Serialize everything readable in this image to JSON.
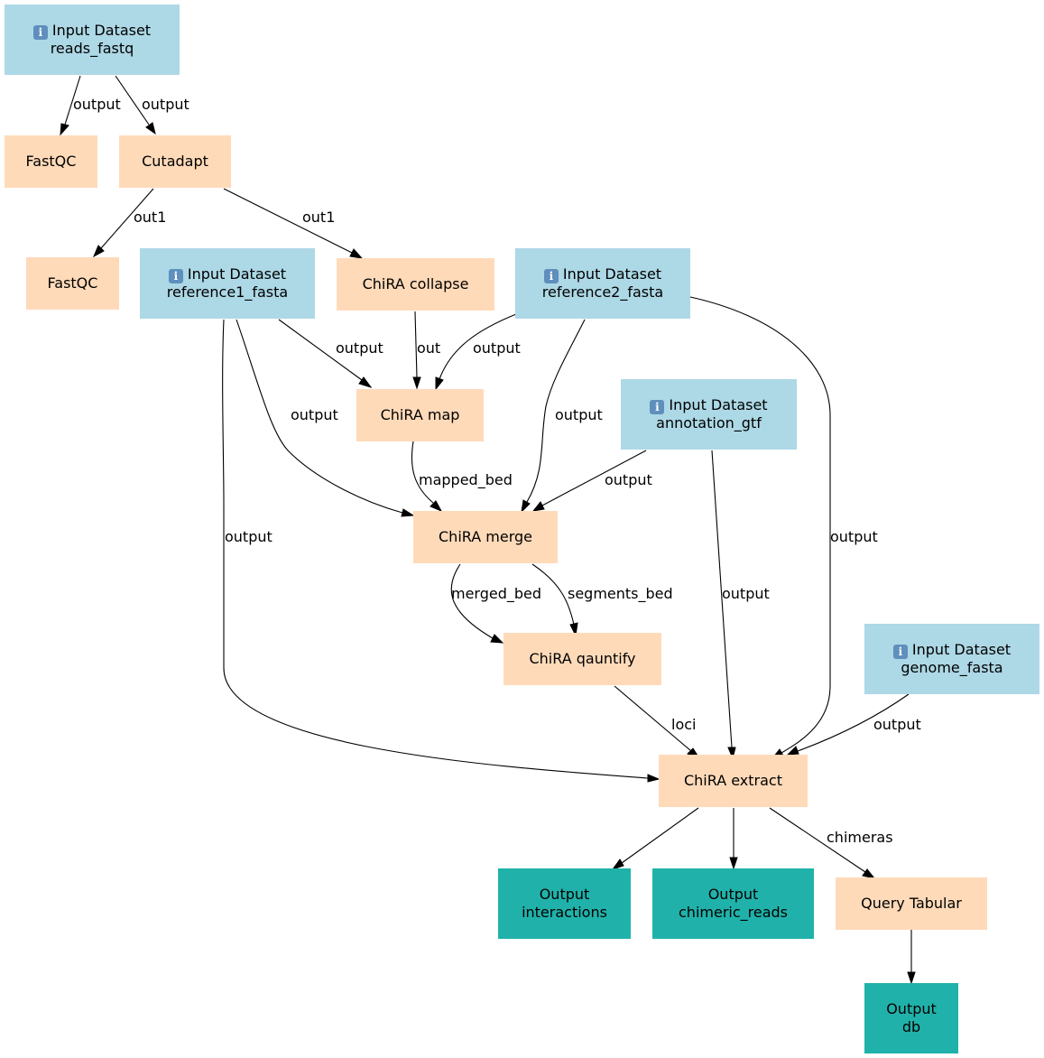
{
  "colors": {
    "input": "#add8e6",
    "tool": "#ffdab9",
    "output": "#20b2aa",
    "info_icon": "#5f8fbd"
  },
  "nodes": {
    "reads_fastq": {
      "line1": "Input Dataset",
      "line2": "reads_fastq",
      "icon": "info-icon"
    },
    "fastqc1": {
      "label": "FastQC"
    },
    "cutadapt": {
      "label": "Cutadapt"
    },
    "fastqc2": {
      "label": "FastQC"
    },
    "reference1_fasta": {
      "line1": "Input Dataset",
      "line2": "reference1_fasta",
      "icon": "info-icon"
    },
    "chira_collapse": {
      "label": "ChiRA collapse"
    },
    "reference2_fasta": {
      "line1": "Input Dataset",
      "line2": "reference2_fasta",
      "icon": "info-icon"
    },
    "chira_map": {
      "label": "ChiRA map"
    },
    "annotation_gtf": {
      "line1": "Input Dataset",
      "line2": "annotation_gtf",
      "icon": "info-icon"
    },
    "chira_merge": {
      "label": "ChiRA merge"
    },
    "chira_quantify": {
      "label": "ChiRA qauntify"
    },
    "genome_fasta": {
      "line1": "Input Dataset",
      "line2": "genome_fasta",
      "icon": "info-icon"
    },
    "chira_extract": {
      "label": "ChiRA extract"
    },
    "out_interactions": {
      "line1": "Output",
      "line2": "interactions"
    },
    "out_chimeric": {
      "line1": "Output",
      "line2": "chimeric_reads"
    },
    "query_tabular": {
      "label": "Query Tabular"
    },
    "out_db": {
      "line1": "Output",
      "line2": "db"
    }
  },
  "edge_labels": {
    "reads_to_fastqc": "output",
    "reads_to_cutadapt": "output",
    "cutadapt_to_fastqc": "out1",
    "cutadapt_to_collapse": "out1",
    "ref1_to_map": "output",
    "collapse_to_map": "out",
    "ref2_to_map": "output",
    "ref1_to_merge": "output",
    "ref2_to_merge": "output",
    "map_to_merge": "mapped_bed",
    "gtf_to_merge": "output",
    "ref1_to_extract": "output",
    "ref2_to_extract": "output",
    "merge_to_quantify_merged": "merged_bed",
    "merge_to_quantify_segments": "segments_bed",
    "gtf_to_extract": "output",
    "quantify_to_extract": "loci",
    "genome_to_extract": "output",
    "extract_to_query": "chimeras"
  }
}
